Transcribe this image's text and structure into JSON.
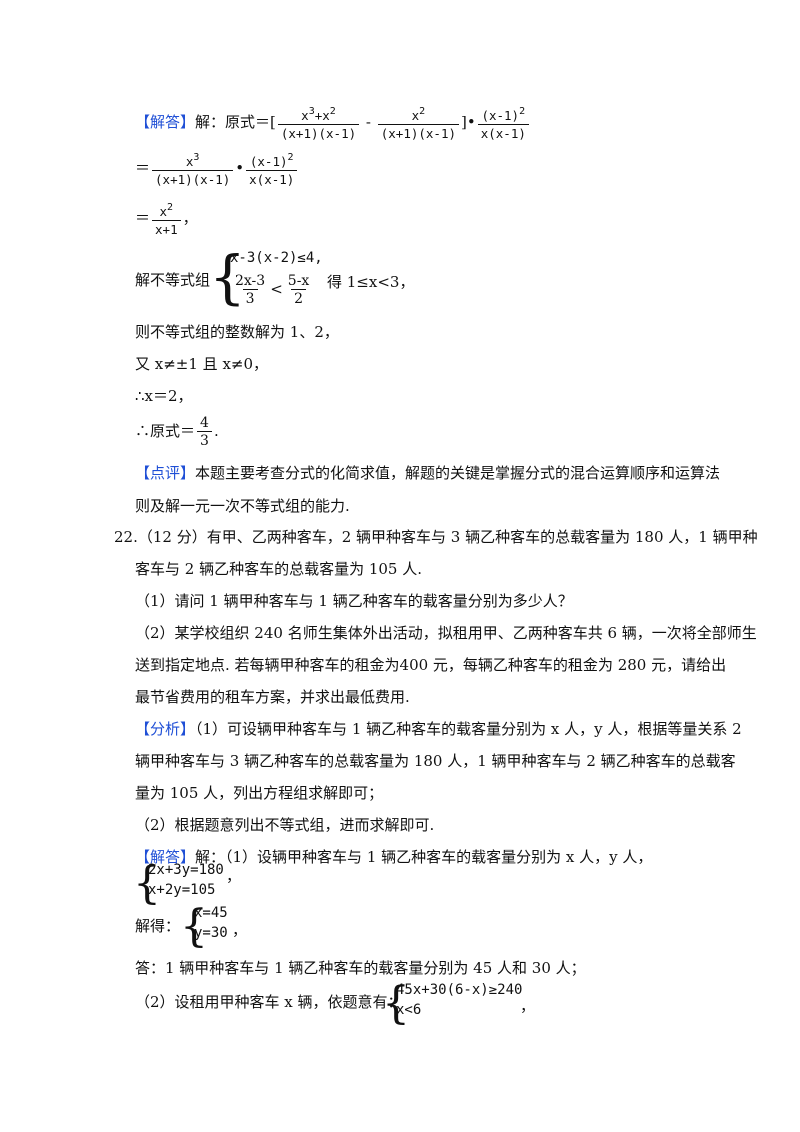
{
  "solution1": {
    "tag": "【解答】",
    "lead": "解：原式＝[",
    "f1_num_a": "x",
    "f1_num_b": "3",
    "f1_num_c": "+x",
    "f1_num_d": "2",
    "f1_den": "(x+1)(x-1)",
    "minus": " - ",
    "f2_num_a": "x",
    "f2_num_b": "2",
    "f2_den": "(x+1)(x-1)",
    "close": "]•",
    "f3_num_a": "(x-1)",
    "f3_num_b": "2",
    "f3_den": "x(x-1)"
  },
  "step2": {
    "eq": "＝",
    "f1_num_a": "x",
    "f1_num_b": "3",
    "f1_den": "(x+1)(x-1)",
    "dot": "•",
    "f2_num_a": "(x-1)",
    "f2_num_b": "2",
    "f2_den": "x(x-1)"
  },
  "step3": {
    "eq": "＝",
    "num_a": "x",
    "num_b": "2",
    "den": "x+1",
    "comma": "，"
  },
  "ineq": {
    "lead": "解不等式组",
    "line1": "x-3(x-2)≤4,",
    "l2_fa_num": "2x-3",
    "l2_fa_den": "3",
    "l2_mid": "<",
    "l2_fb_num": "5-x",
    "l2_fb_den": "2",
    "result": "得 1≤x<3，"
  },
  "lines": {
    "int_sol": "则不等式组的整数解为 1、2，",
    "also": "又 x≠±1 且 x≠0，",
    "therefore_x": "∴x＝2，",
    "therefore_orig": "∴原式＝",
    "ans_num": "4",
    "ans_den": "3",
    "period": "."
  },
  "comment": {
    "tag": "【点评】",
    "line1": "本题主要考查分式的化简求值，解题的关键是掌握分式的混合运算顺序和运算法",
    "line2": "则及解一元一次不等式组的能力."
  },
  "q22": {
    "line1": "22.（12 分）有甲、乙两种客车，2 辆甲种客车与 3 辆乙种客车的总载客量为 180 人，1 辆甲种",
    "line2": "客车与 2 辆乙种客车的总载客量为 105 人.",
    "p1": "（1）请问 1 辆甲种客车与 1 辆乙种客车的载客量分别为多少人？",
    "p2_l1": "（2）某学校组织 240 名师生集体外出活动，拟租用甲、乙两种客车共 6 辆，一次将全部师生",
    "p2_l2": "送到指定地点. 若每辆甲种客车的租金为400 元，每辆乙种客车的租金为 280 元，请给出",
    "p2_l3": "最节省费用的租车方案，并求出最低费用."
  },
  "analysis": {
    "tag": "【分析】",
    "l1": "（1）可设辆甲种客车与 1 辆乙种客车的载客量分别为 x 人，y 人，根据等量关系 2",
    "l2": "辆甲种客车与 3 辆乙种客车的总载客量为 180 人，1 辆甲种客车与 2 辆乙种客车的总载客",
    "l3": "量为 105 人，列出方程组求解即可；",
    "l4": "（2）根据题意列出不等式组，进而求解即可."
  },
  "answer22": {
    "tag": "【解答】",
    "l1": "解：（1）设辆甲种客车与 1 辆乙种客车的载客量分别为 x 人，y 人，",
    "sys1_a": "2x+3y=180",
    "sys1_b": "x+2y=105",
    "sys1_tail": "，",
    "solve_lead": "解得：",
    "sys2_a": "x=45",
    "sys2_b": "y=30",
    "sys2_tail": "，",
    "ans1": "答：1 辆甲种客车与 1 辆乙种客车的载客量分别为 45 人和 30 人；",
    "p2_lead": "（2）设租用甲种客车 x 辆，依题意有：",
    "sys3_a": "45x+30(6-x)≥240",
    "sys3_b": "x<6",
    "sys3_tail": "，"
  }
}
